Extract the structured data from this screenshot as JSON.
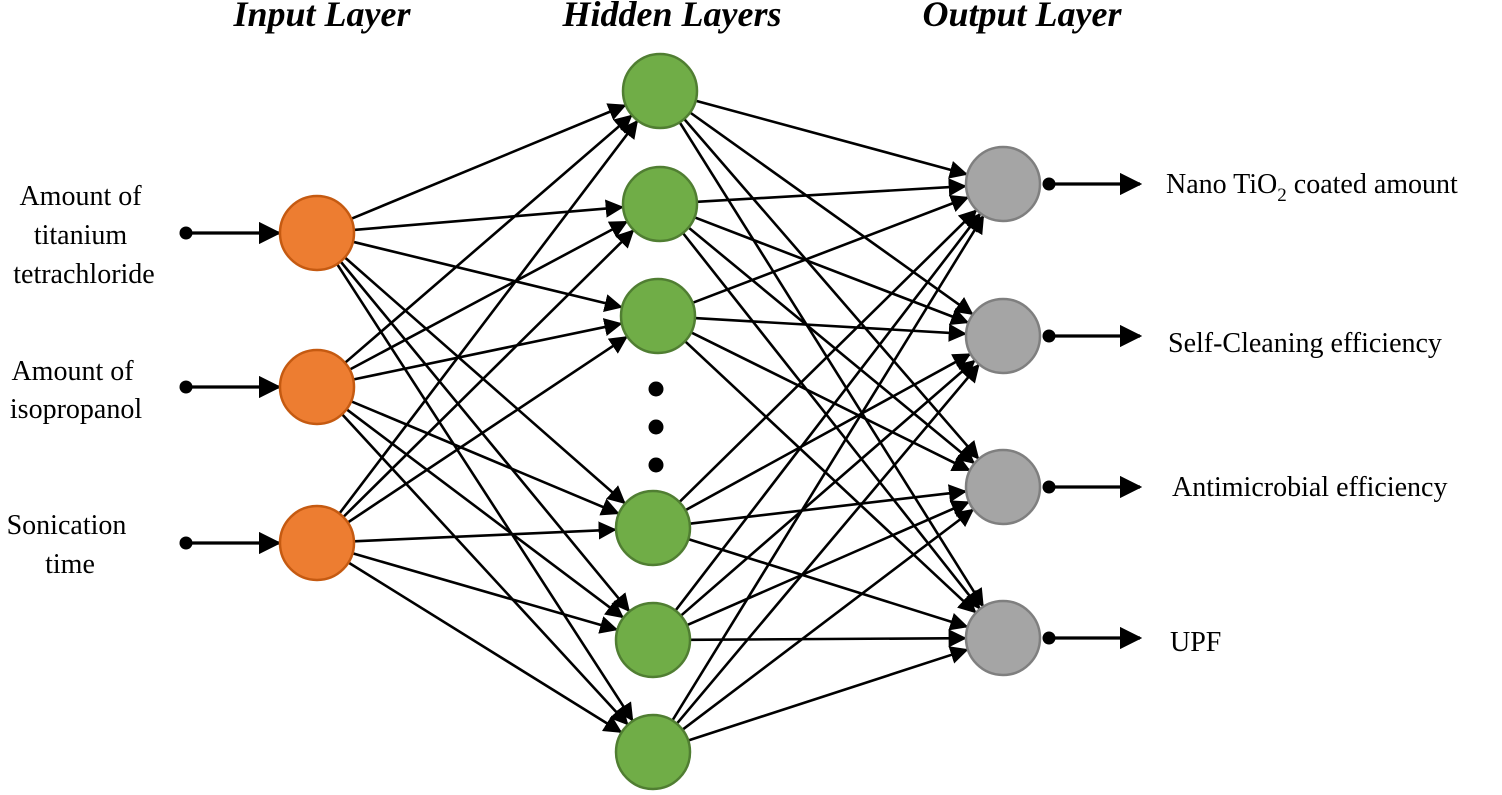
{
  "titles": {
    "input": "Input Layer",
    "hidden": "Hidden Layers",
    "output": "Output Layer"
  },
  "inputs": [
    {
      "lines": [
        "Amount of",
        "titanium",
        "tetrachloride"
      ]
    },
    {
      "lines": [
        "Amount of",
        "isopropanol"
      ]
    },
    {
      "lines": [
        "Sonication",
        "time"
      ]
    }
  ],
  "outputs": {
    "output_1": {
      "pre": "Nano TiO",
      "sub": "2",
      "post": " coated amount"
    },
    "output_2": "Self-Cleaning efficiency",
    "output_3": "Antimicrobial efficiency",
    "output_4": "UPF"
  },
  "colors": {
    "input_node": "#ED7D31",
    "hidden_node": "#70AD47",
    "output_node": "#A5A5A5",
    "lines": "#000000"
  }
}
